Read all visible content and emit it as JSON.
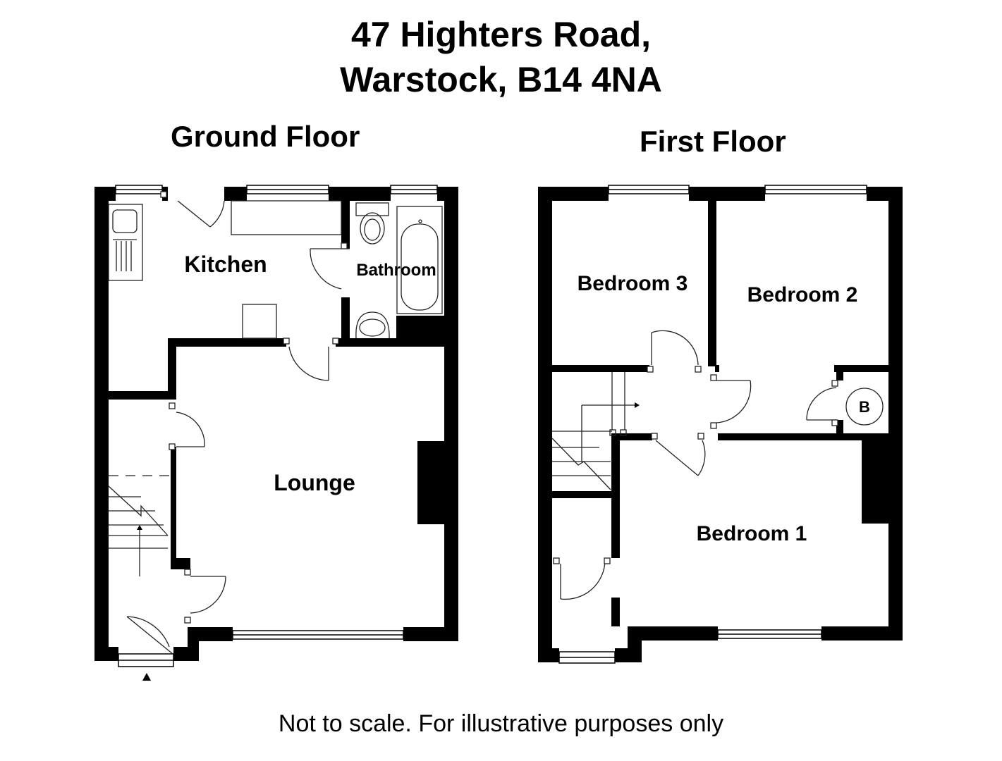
{
  "title": {
    "line1": "47 Highters Road,",
    "line2": "Warstock, B14 4NA"
  },
  "floors": {
    "ground": {
      "label": "Ground Floor",
      "rooms": {
        "kitchen": "Kitchen",
        "bathroom": "Bathroom",
        "lounge": "Lounge"
      }
    },
    "first": {
      "label": "First Floor",
      "rooms": {
        "bedroom3": "Bedroom 3",
        "bedroom2": "Bedroom 2",
        "bedroom1": "Bedroom 1",
        "boiler": "B"
      }
    }
  },
  "footer": "Not to scale. For illustrative purposes only",
  "colors": {
    "wall": "#000000",
    "background": "#ffffff",
    "fixture": "#222222"
  }
}
